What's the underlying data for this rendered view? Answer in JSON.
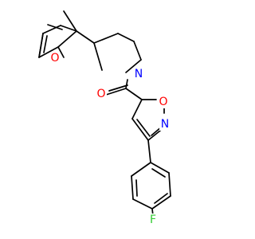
{
  "atoms": [
    {
      "element": "O",
      "label": "O",
      "color": "#ff0000"
    },
    {
      "element": "O",
      "label": "O",
      "color": "#ff0000"
    },
    {
      "element": "N",
      "label": "N",
      "color": "#0000ff"
    },
    {
      "element": "O",
      "label": "O",
      "color": "#ff0000"
    },
    {
      "element": "N",
      "label": "N",
      "color": "#0000ff"
    },
    {
      "element": "F",
      "label": "F",
      "color": "#33cc33"
    }
  ]
}
